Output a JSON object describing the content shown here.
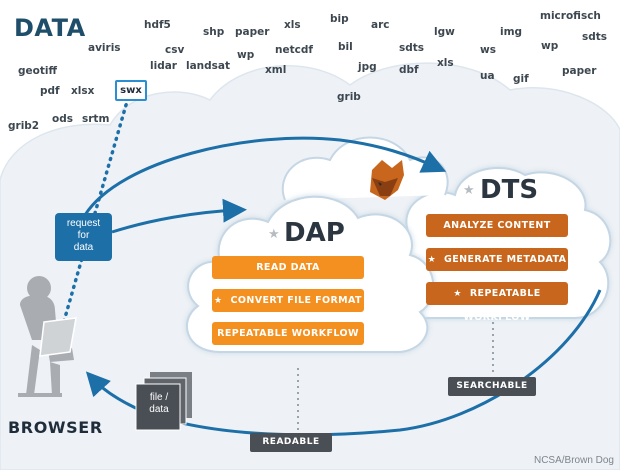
{
  "title": "DATA",
  "formats": [
    {
      "id": "hdf5",
      "label": "hdf5"
    },
    {
      "id": "shp",
      "label": "shp"
    },
    {
      "id": "paper-1",
      "label": "paper"
    },
    {
      "id": "xls-1",
      "label": "xls"
    },
    {
      "id": "bip",
      "label": "bip"
    },
    {
      "id": "arc",
      "label": "arc"
    },
    {
      "id": "lgw",
      "label": "lgw"
    },
    {
      "id": "img",
      "label": "img"
    },
    {
      "id": "microfisch",
      "label": "microfisch"
    },
    {
      "id": "sdts-1",
      "label": "sdts"
    },
    {
      "id": "aviris",
      "label": "aviris"
    },
    {
      "id": "csv",
      "label": "csv"
    },
    {
      "id": "wp-1",
      "label": "wp"
    },
    {
      "id": "netcdf",
      "label": "netcdf"
    },
    {
      "id": "bil",
      "label": "bil"
    },
    {
      "id": "sdts-2",
      "label": "sdts"
    },
    {
      "id": "ws",
      "label": "ws"
    },
    {
      "id": "wp-2",
      "label": "wp"
    },
    {
      "id": "geotiff",
      "label": "geotiff"
    },
    {
      "id": "lidar",
      "label": "lidar"
    },
    {
      "id": "landsat",
      "label": "landsat"
    },
    {
      "id": "xml",
      "label": "xml"
    },
    {
      "id": "jpg",
      "label": "jpg"
    },
    {
      "id": "dbf",
      "label": "dbf"
    },
    {
      "id": "xls-2",
      "label": "xls"
    },
    {
      "id": "ua",
      "label": "ua"
    },
    {
      "id": "gif",
      "label": "gif"
    },
    {
      "id": "paper-2",
      "label": "paper"
    },
    {
      "id": "pdf",
      "label": "pdf"
    },
    {
      "id": "xlsx",
      "label": "xlsx"
    },
    {
      "id": "grib",
      "label": "grib"
    },
    {
      "id": "ods",
      "label": "ods"
    },
    {
      "id": "srtm",
      "label": "srtm"
    },
    {
      "id": "grib2",
      "label": "grib2"
    }
  ],
  "highlighted_format": "swx",
  "request_box": [
    "request",
    "for",
    "data"
  ],
  "dap": {
    "title": "DAP",
    "buttons": [
      "READ DATA",
      "CONVERT FILE FORMAT",
      "REPEATABLE WORKFLOW"
    ]
  },
  "dts": {
    "title": "DTS",
    "buttons": [
      "ANALYZE CONTENT",
      "GENERATE METADATA",
      "REPEATABLE WORKFLOW"
    ]
  },
  "file_label": [
    "file /",
    "data"
  ],
  "readable": "READABLE",
  "searchable": "SEARCHABLE",
  "browser": "BROWSER",
  "credit": "NCSA/Brown Dog",
  "colors": {
    "dark_blue": "#1f4e6b",
    "arrow_blue": "#1d6fa8",
    "dap_orange": "#f39020",
    "dts_orange": "#c7661c",
    "cloud_fill": "#ffffff",
    "background_cloud": "#eef2f6",
    "tag_grey": "#4a4f55"
  }
}
